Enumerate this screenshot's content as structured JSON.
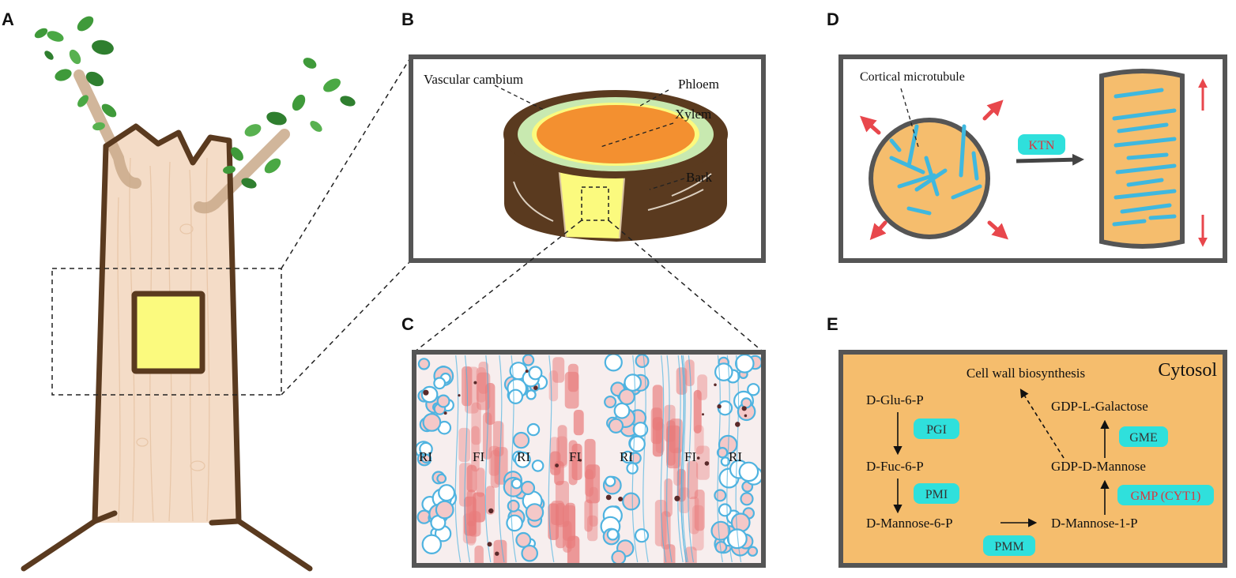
{
  "panels": {
    "a": "A",
    "b": "B",
    "c": "C",
    "d": "D",
    "e": "E"
  },
  "panel_b": {
    "vascular_cambium": "Vascular cambium",
    "phloem": "Phloem",
    "xylem": "Xylem",
    "bark": "Bark"
  },
  "panel_c": {
    "labels": [
      "RI",
      "FI",
      "RI",
      "FI",
      "RI",
      "FI",
      "RI"
    ]
  },
  "panel_d": {
    "cortical_microtubule": "Cortical microtubule",
    "enzyme": "KTN"
  },
  "panel_e": {
    "compartment": "Cytosol",
    "cell_wall": "Cell wall biosynthesis",
    "d_glu_6_p": "D-Glu-6-P",
    "d_fuc_6_p": "D-Fuc-6-P",
    "d_mannose_6_p": "D-Mannose-6-P",
    "d_mannose_1_p": "D-Mannose-1-P",
    "gdp_d_mannose": "GDP-D-Mannose",
    "gdp_l_galactose": "GDP-L-Galactose",
    "enzymes": {
      "pgi": "PGI",
      "pmi": "PMI",
      "pmm": "PMM",
      "gme": "GME",
      "gmp": "GMP (CYT1)"
    }
  },
  "colors": {
    "trunk": "#5a3a1f",
    "wood": "#f2d6bd",
    "leaf": "#3f9a3a",
    "highlight": "#fbfa7e",
    "phloem": "#c8e9b0",
    "xylem": "#f39030",
    "cell": "#f5bd6d",
    "microtubule": "#3fb8df",
    "arrow_red": "#e8474c",
    "enzyme_box": "#2fe0dc",
    "tissue_red": "#e87a7a",
    "tissue_blue": "#4fb3e0"
  }
}
